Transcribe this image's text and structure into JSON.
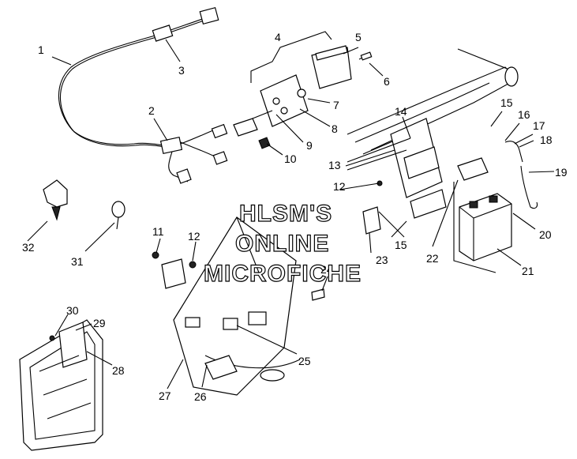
{
  "watermark": {
    "line1": "HLSM'S",
    "line2": "ONLINE",
    "line3": "MICROFICHE"
  },
  "callouts": [
    {
      "n": "1"
    },
    {
      "n": "2"
    },
    {
      "n": "3"
    },
    {
      "n": "4"
    },
    {
      "n": "5"
    },
    {
      "n": "6"
    },
    {
      "n": "7"
    },
    {
      "n": "8"
    },
    {
      "n": "9"
    },
    {
      "n": "10"
    },
    {
      "n": "11"
    },
    {
      "n": "12"
    },
    {
      "n": "12"
    },
    {
      "n": "13"
    },
    {
      "n": "14"
    },
    {
      "n": "15"
    },
    {
      "n": "15"
    },
    {
      "n": "16"
    },
    {
      "n": "17"
    },
    {
      "n": "18"
    },
    {
      "n": "19"
    },
    {
      "n": "20"
    },
    {
      "n": "21"
    },
    {
      "n": "22"
    },
    {
      "n": "23"
    },
    {
      "n": "24"
    },
    {
      "n": "25"
    },
    {
      "n": "26"
    },
    {
      "n": "27"
    },
    {
      "n": "28"
    },
    {
      "n": "29"
    },
    {
      "n": "30"
    },
    {
      "n": "31"
    },
    {
      "n": "32"
    }
  ]
}
